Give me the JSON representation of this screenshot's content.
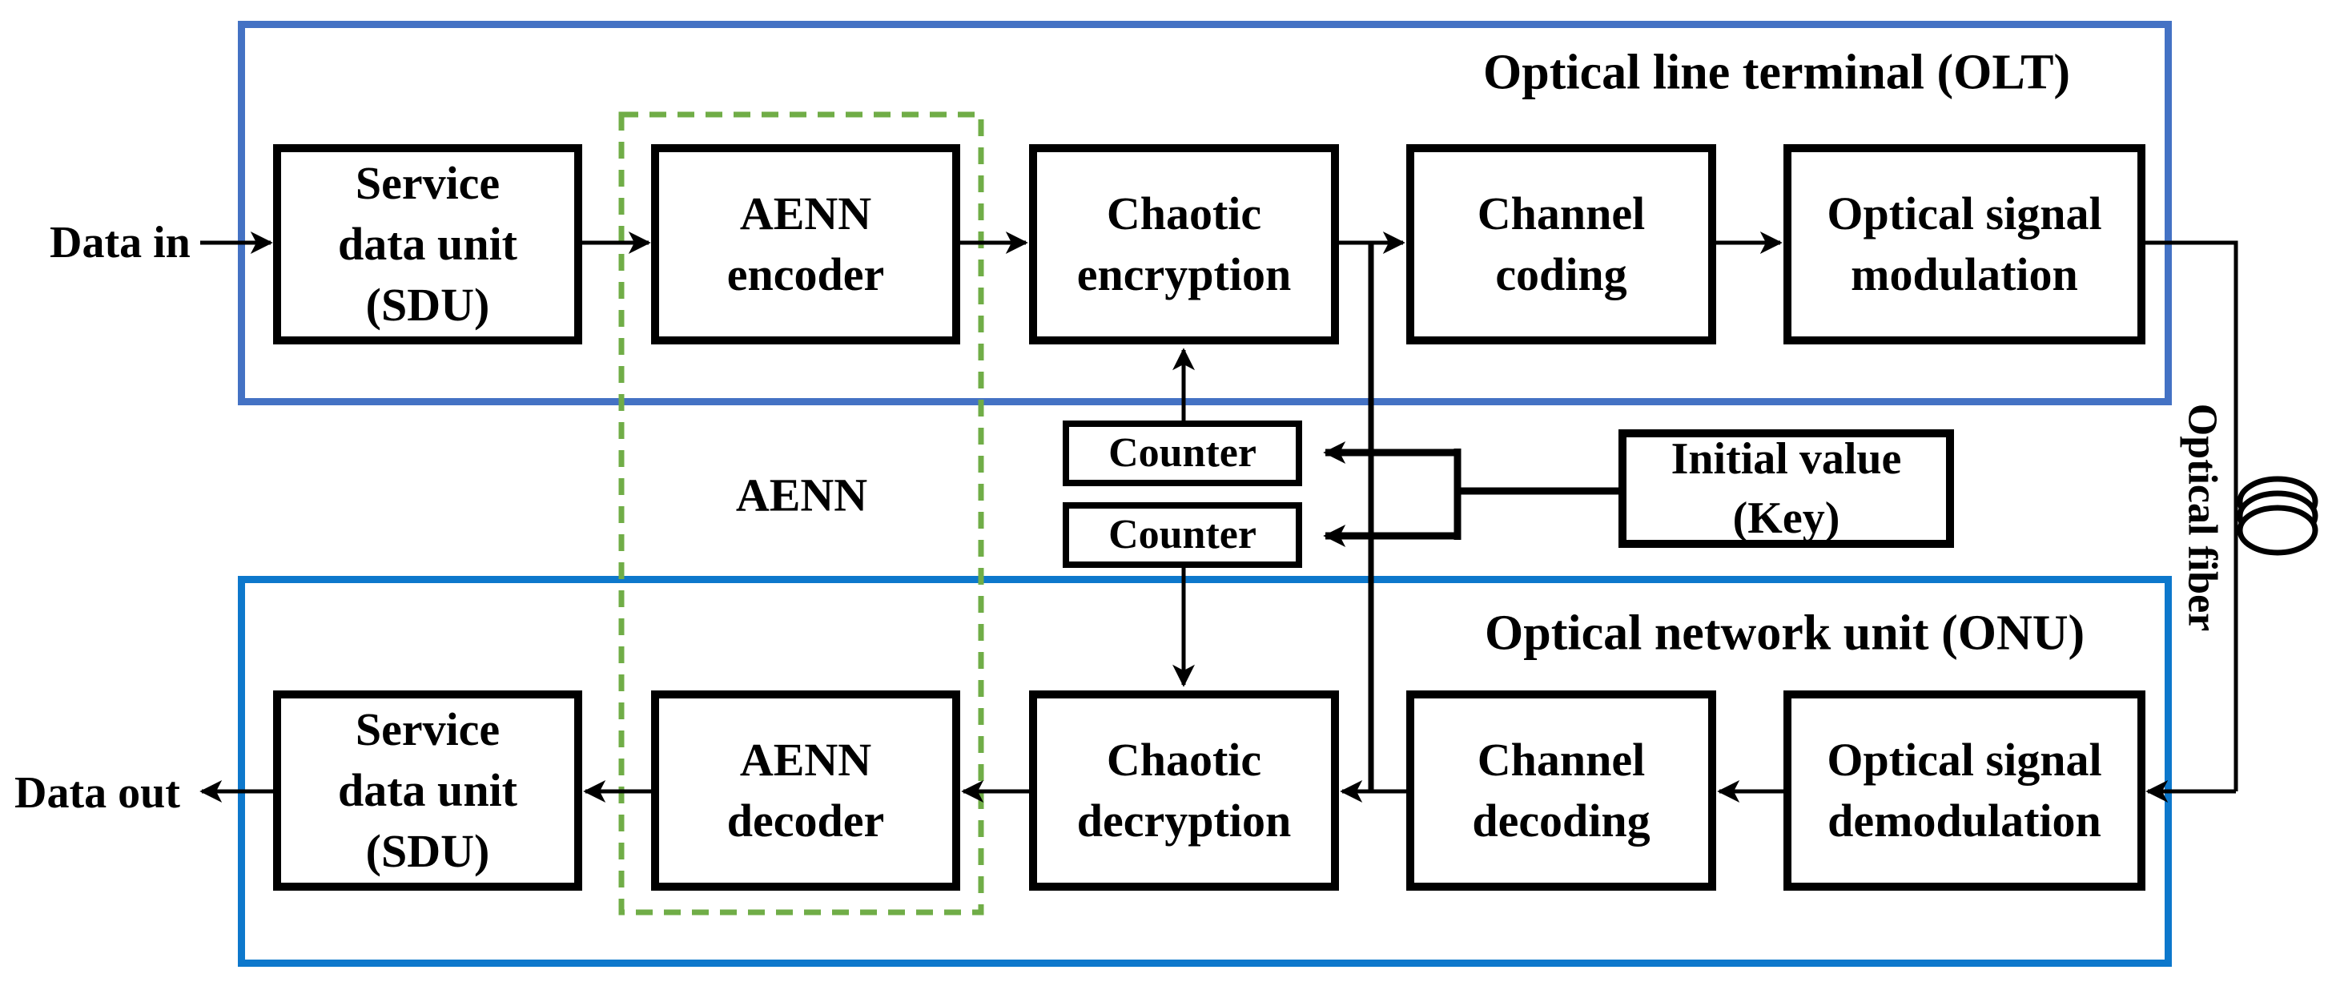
{
  "labels": {
    "data_in": "Data in",
    "data_out": "Data out",
    "olt_title": "Optical line terminal (OLT)",
    "onu_title": "Optical network unit (ONU)",
    "aenn": "AENN",
    "optical_fiber": "Optical fiber"
  },
  "olt_blocks": [
    {
      "id": "sdu-in",
      "lines": [
        "Service",
        "data unit",
        "(SDU)"
      ]
    },
    {
      "id": "aenn-encoder",
      "lines": [
        "AENN",
        "encoder"
      ]
    },
    {
      "id": "chaotic-encryption",
      "lines": [
        "Chaotic",
        "encryption"
      ]
    },
    {
      "id": "channel-coding",
      "lines": [
        "Channel",
        "coding"
      ]
    },
    {
      "id": "optical-signal-modulation",
      "lines": [
        "Optical signal",
        "modulation"
      ]
    }
  ],
  "onu_blocks": [
    {
      "id": "sdu-out",
      "lines": [
        "Service",
        "data unit",
        "(SDU)"
      ]
    },
    {
      "id": "aenn-decoder",
      "lines": [
        "AENN",
        "decoder"
      ]
    },
    {
      "id": "chaotic-decryption",
      "lines": [
        "Chaotic",
        "decryption"
      ]
    },
    {
      "id": "channel-decoding",
      "lines": [
        "Channel",
        "decoding"
      ]
    },
    {
      "id": "optical-signal-demodulation",
      "lines": [
        "Optical signal",
        "demodulation"
      ]
    }
  ],
  "middle": {
    "counter_top": "Counter",
    "counter_bottom": "Counter",
    "key_lines": [
      "Initial value",
      "(Key)"
    ]
  },
  "colors": {
    "olt_border": "#4472C4",
    "onu_border": "#0D78CC",
    "aenn_dashed_border": "#70AD47",
    "line_color": "#000000",
    "background": "#FFFFFF"
  }
}
